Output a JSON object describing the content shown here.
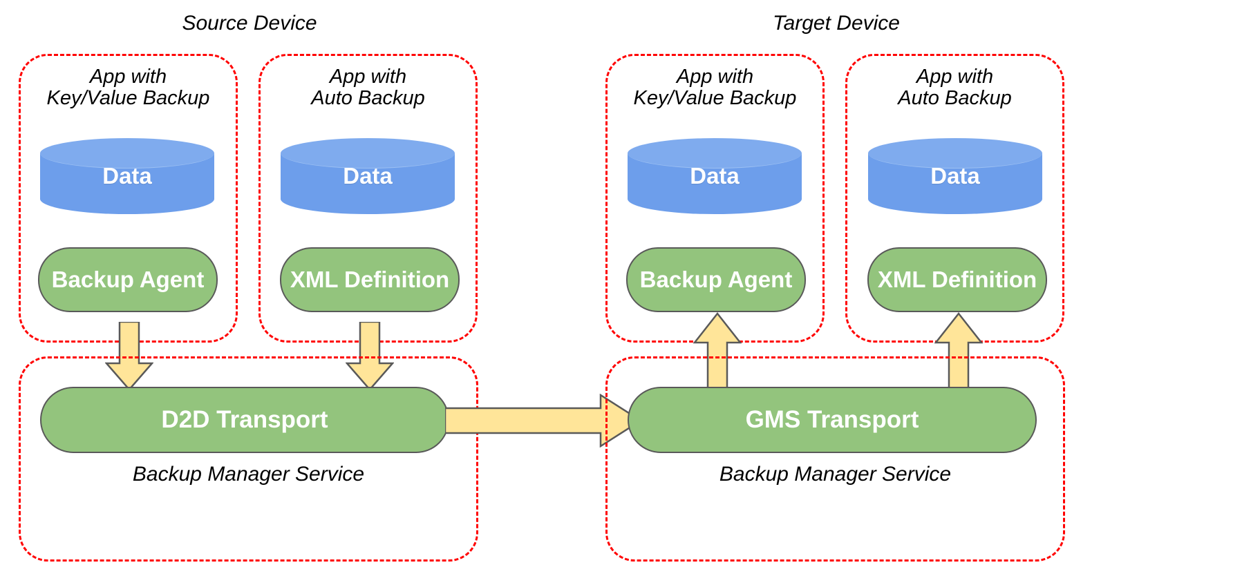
{
  "diagram": {
    "title_source": "Source Device",
    "title_target": "Target Device",
    "colors": {
      "dashed_border": "#ff0000",
      "cylinder_fill": "#6d9eeb",
      "green_fill": "#93c47d",
      "green_stroke": "#595959",
      "arrow_fill": "#ffe599",
      "arrow_stroke": "#595959",
      "text_on_fill": "#ffffff",
      "text": "#000000"
    },
    "devices": [
      {
        "name": "Source Device",
        "apps": [
          {
            "caption": "App with\nKey/Value Backup",
            "data_label": "Data",
            "component_label": "Backup Agent",
            "arrow_direction": "down"
          },
          {
            "caption": "App with\nAuto Backup",
            "data_label": "Data",
            "component_label": "XML Definition",
            "arrow_direction": "down"
          }
        ],
        "service": {
          "transport_label": "D2D Transport",
          "caption": "Backup Manager Service"
        }
      },
      {
        "name": "Target Device",
        "apps": [
          {
            "caption": "App with\nKey/Value Backup",
            "data_label": "Data",
            "component_label": "Backup Agent",
            "arrow_direction": "up"
          },
          {
            "caption": "App with\nAuto Backup",
            "data_label": "Data",
            "component_label": "XML Definition",
            "arrow_direction": "up"
          }
        ],
        "service": {
          "transport_label": "GMS Transport",
          "caption": "Backup Manager Service"
        }
      }
    ],
    "cross_device_arrow": {
      "direction": "right",
      "from": "D2D Transport",
      "to": "GMS Transport",
      "label": ""
    }
  }
}
